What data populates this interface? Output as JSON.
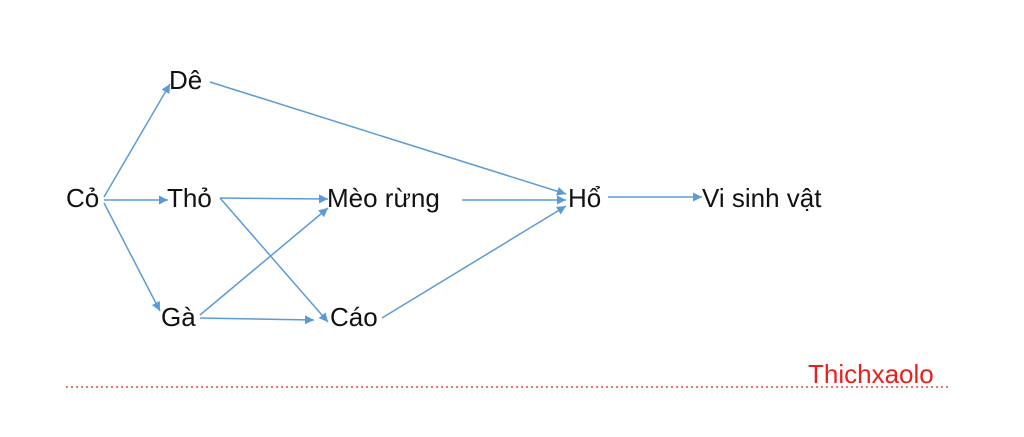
{
  "diagram": {
    "nodes": [
      {
        "id": "co",
        "label": "Cỏ"
      },
      {
        "id": "de",
        "label": "Dê"
      },
      {
        "id": "tho",
        "label": "Thỏ"
      },
      {
        "id": "ga",
        "label": "Gà"
      },
      {
        "id": "meo",
        "label": "Mèo rừng"
      },
      {
        "id": "cao",
        "label": "Cáo"
      },
      {
        "id": "ho",
        "label": "Hổ"
      },
      {
        "id": "vsv",
        "label": "Vi sinh vật"
      }
    ],
    "edges": [
      {
        "from": "co",
        "to": "de"
      },
      {
        "from": "co",
        "to": "tho"
      },
      {
        "from": "co",
        "to": "ga"
      },
      {
        "from": "de",
        "to": "ho"
      },
      {
        "from": "tho",
        "to": "meo"
      },
      {
        "from": "tho",
        "to": "cao"
      },
      {
        "from": "ga",
        "to": "meo"
      },
      {
        "from": "ga",
        "to": "cao"
      },
      {
        "from": "meo",
        "to": "ho"
      },
      {
        "from": "cao",
        "to": "ho"
      },
      {
        "from": "ho",
        "to": "vsv"
      }
    ],
    "colors": {
      "edge": "#5b9bd5",
      "text": "#111111",
      "watermark": "#e8201e"
    }
  },
  "watermark": {
    "text": "Thichxaolo"
  }
}
